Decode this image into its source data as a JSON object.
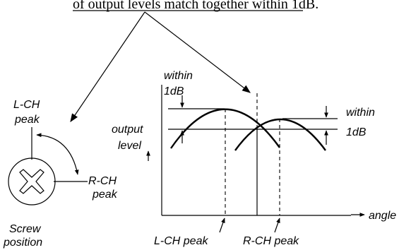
{
  "caption": "of output levels match together within 1dB.",
  "labels": {
    "within_1": "within",
    "db_1": "1dB",
    "within_2": "within",
    "db_2": "1dB",
    "lch_peak_top": "L-CH",
    "lch_peak_bottom": "peak",
    "rch_peak_top": "R-CH",
    "rch_peak_bottom": "peak",
    "output": "output",
    "level": "level",
    "screw": "Screw",
    "position": "position",
    "lch_axis": "L-CH peak",
    "rch_axis": "R-CH peak",
    "angle": "angle"
  }
}
